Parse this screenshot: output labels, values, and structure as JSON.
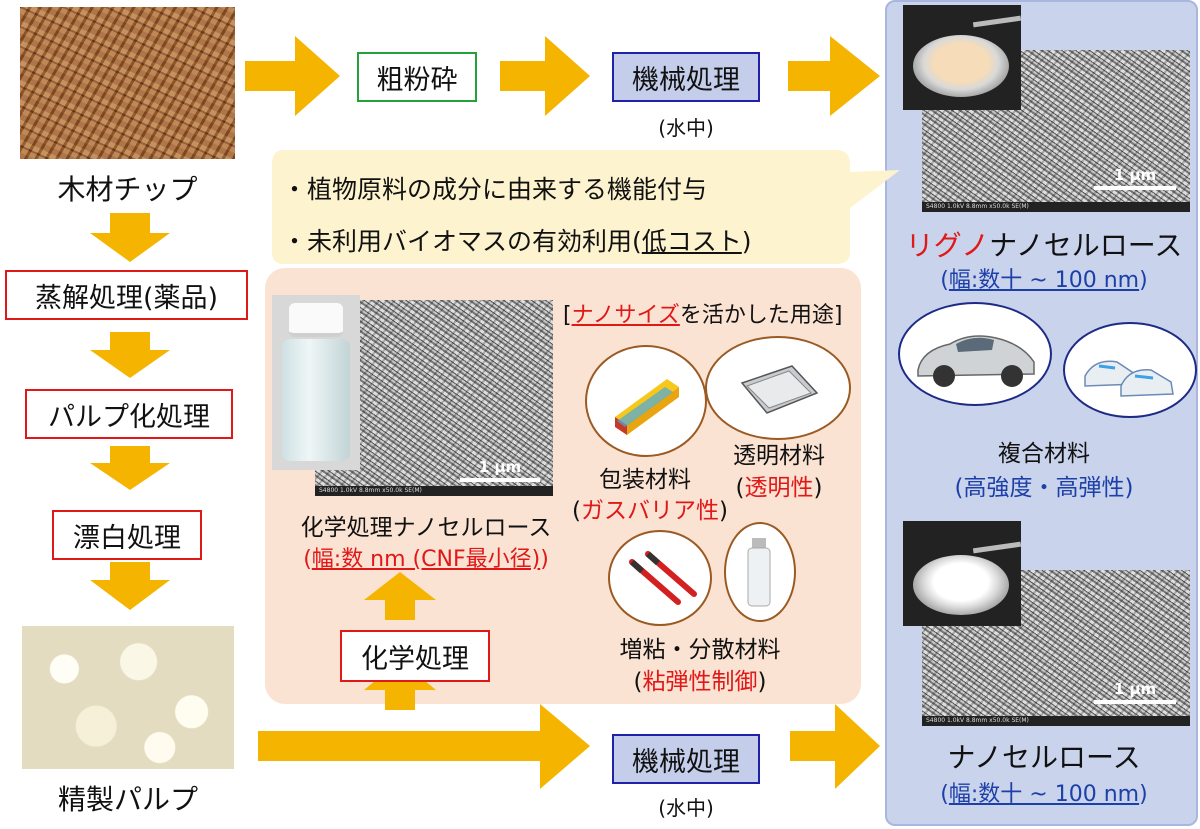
{
  "left_column": {
    "wood_chip_label": "木材チップ",
    "cooking_box": "蒸解処理(薬品)",
    "pulping_box": "パルプ化処理",
    "bleaching_box": "漂白処理",
    "refined_pulp_label": "精製パルプ"
  },
  "top_row": {
    "coarse_grinding_box": "粗粉砕",
    "mechanical_box": "機械処理",
    "in_water": "(水中)"
  },
  "callout": {
    "line1": "・植物原料の成分に由来する機能付与",
    "line2_prefix": "・未利用バイオマスの有効利用(",
    "line2_emph": "低コスト",
    "line2_suffix": ")"
  },
  "middle_panel": {
    "uses_bracket_open": "[",
    "uses_title_red": "ナノサイズ",
    "uses_title_rest": "を活かした用途",
    "uses_bracket_close": "]",
    "chem_cnf_label": "化学処理ナノセルロース",
    "chem_cnf_width_open": "(",
    "chem_cnf_width": "幅:数 nm (CNF最小径)",
    "chem_cnf_width_close": ")",
    "scale_bar": "1 μm",
    "packaging_label": "包装材料",
    "packaging_prop_open": "(",
    "packaging_prop": "ガスバリア性",
    "packaging_prop_close": ")",
    "transparent_label": "透明材料",
    "transparent_prop_open": "(",
    "transparent_prop": "透明性",
    "transparent_prop_close": ")",
    "thickener_label": "増粘・分散材料",
    "thickener_prop_open": "(",
    "thickener_prop": "粘弾性制御",
    "thickener_prop_close": ")",
    "chem_treatment_box": "化学処理"
  },
  "bottom_row": {
    "mechanical_box": "機械処理",
    "in_water": "(水中)"
  },
  "right_panel": {
    "scale_bar": "1 μm",
    "ligno_red": "リグノ",
    "ligno_rest": "ナノセルロース",
    "ligno_width_open": "(",
    "ligno_width": "幅:数十 ~ 100 nm",
    "ligno_width_close": ")",
    "composite_label": "複合材料",
    "composite_prop": "(高強度・高弾性)",
    "cnf_label": "ナノセルロース",
    "cnf_width_open": "(",
    "cnf_width": "幅:数十 ~ 100 nm",
    "cnf_width_close": ")"
  },
  "sem_caption": "S4800 1.0kV 8.8mm x50.0k SE(M)",
  "colors": {
    "arrow": "#f5b400",
    "red_border": "#e01818",
    "green_border": "#22a23a",
    "blue_border": "#2020a8",
    "blue_fill": "#c4cdea",
    "right_panel_bg": "#c9d3ec",
    "middle_panel_bg": "#fbe3d3",
    "callout_bg": "#fdf3cf",
    "emphasis_red": "#e01818",
    "emphasis_blue": "#1d3fa8"
  },
  "icons": [
    "wood-chips-photo",
    "pulp-photo",
    "vial-photo",
    "sem-micrograph",
    "car-icon",
    "sneakers-icon",
    "film-box-icon",
    "plastic-sheet-icon",
    "pens-icon",
    "spray-bottle-icon",
    "gel-bowl-photo"
  ]
}
